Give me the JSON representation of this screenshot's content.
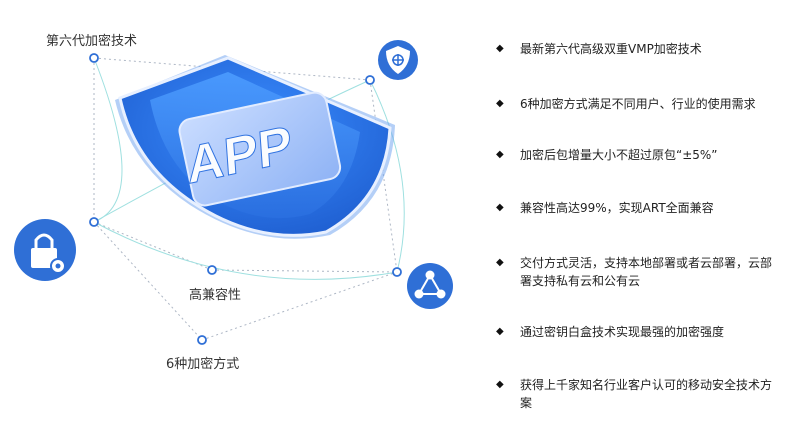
{
  "diagram": {
    "labels": {
      "top_left": "第六代加密技术",
      "bottom_middle": "高兼容性",
      "bottom_left": "6种加密方式"
    },
    "shield_text": "APP",
    "icons": {
      "shield_icon": "shield-check-icon",
      "lock_icon": "lock-gear-icon",
      "share_icon": "share-network-icon"
    },
    "colors": {
      "blue_dark": "#1f5fd1",
      "blue_mid": "#2f6fd6",
      "blue_light": "#7fa7ea",
      "teal_line": "#9fe0e0"
    }
  },
  "features": [
    {
      "text": "最新第六代高级双重VMP加密技术"
    },
    {
      "text": "6种加密方式满足不同用户、行业的使用需求"
    },
    {
      "text": "加密后包增量大小不超过原包“±5%”"
    },
    {
      "text": "兼容性高达99%，实现ART全面兼容"
    },
    {
      "text": "交付方式灵活，支持本地部署或者云部署，云部署支持私有云和公有云"
    },
    {
      "text": "通过密钥白盒技术实现最强的加密强度"
    },
    {
      "text": "获得上千家知名行业客户认可的移动安全技术方案"
    }
  ]
}
